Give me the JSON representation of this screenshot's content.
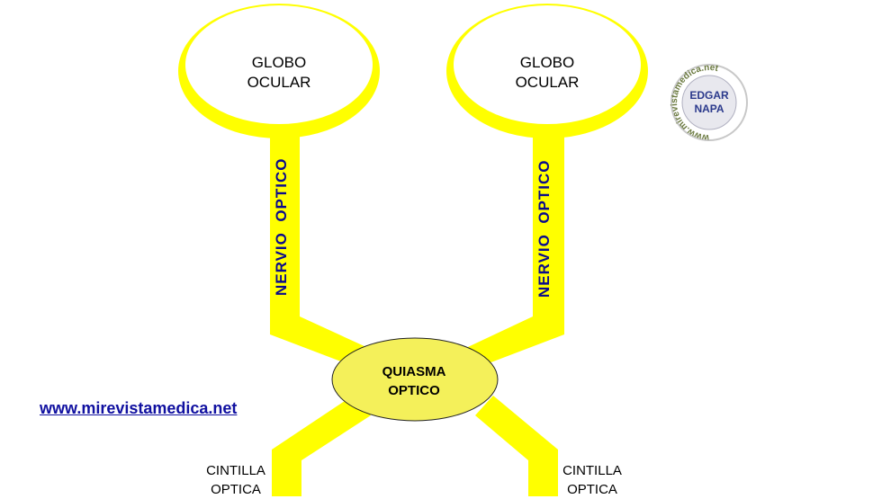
{
  "globes": [
    {
      "line1": "GLOBO",
      "line2": "OCULAR"
    },
    {
      "line1": "GLOBO",
      "line2": "OCULAR"
    }
  ],
  "nerves": [
    {
      "label": "NERVIO  OPTICO"
    },
    {
      "label": "NERVIO  OPTICO"
    }
  ],
  "chiasm": {
    "line1": "QUIASMA",
    "line2": "OPTICO"
  },
  "tracts": [
    {
      "line1": "CINTILLA",
      "line2": "OPTICA"
    },
    {
      "line1": "CINTILLA",
      "line2": "OPTICA"
    }
  ],
  "link": {
    "text": "www.mirevistamedica.net"
  },
  "logo": {
    "name_top": "EDGAR",
    "name_bottom": "NAPA",
    "ring_text": "www.mirevistamedica.net"
  },
  "colors": {
    "pathway": "#ffff00",
    "chiasm_fill": "#f4f05a",
    "nerve_text": "#0a0a8c",
    "link": "#1010a0"
  }
}
